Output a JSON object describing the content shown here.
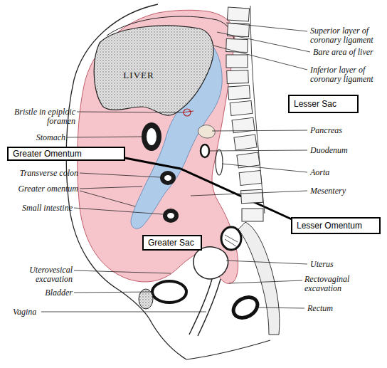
{
  "diagram": {
    "nodes": [
      {
        "text": [
          "Lesser Sac"
        ]
      },
      {
        "text": [
          "Greater Omentum"
        ]
      },
      {
        "text": [
          "Lesser Omentum"
        ]
      },
      {
        "text": [
          "Greater Sac"
        ]
      }
    ],
    "labels": [
      "Superior layer of coronary ligament",
      "Bare area of liver",
      "Inferior layer of coronary ligament",
      "LIVER",
      "Bristle in epiploic foramen",
      "Stomach",
      "Pancreas",
      "Duodenum",
      "Transverse colon",
      "Aorta",
      "Greater omentum",
      "Mesentery",
      "Small intestine",
      "Uterus",
      "Uterovesical excavation",
      "Rectovaginal excavation",
      "Bladder",
      "Rectum",
      "Vagina"
    ]
  }
}
